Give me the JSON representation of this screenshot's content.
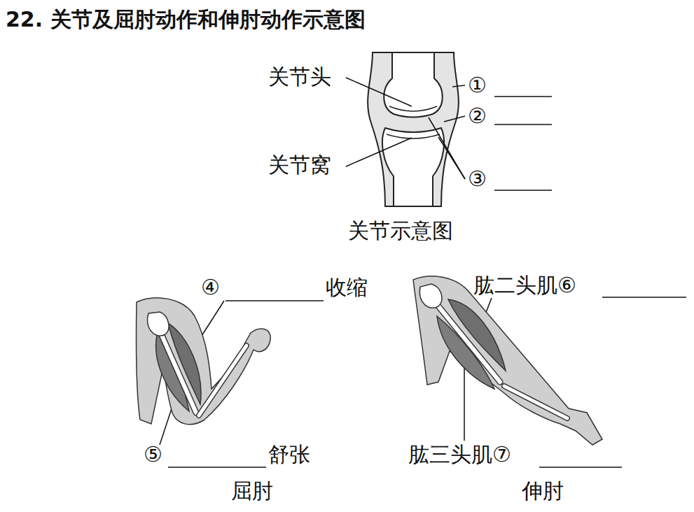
{
  "diagram": {
    "title": "22. 关节及屈肘动作和伸肘动作示意图",
    "labels": [
      "关节头",
      "①",
      "②",
      "关节窝",
      "③",
      "关节示意图",
      "④",
      "收缩",
      "肱二头肌⑥",
      "⑤",
      "舒张",
      "肱三头肌⑦",
      "屈肘",
      "伸肘"
    ]
  }
}
